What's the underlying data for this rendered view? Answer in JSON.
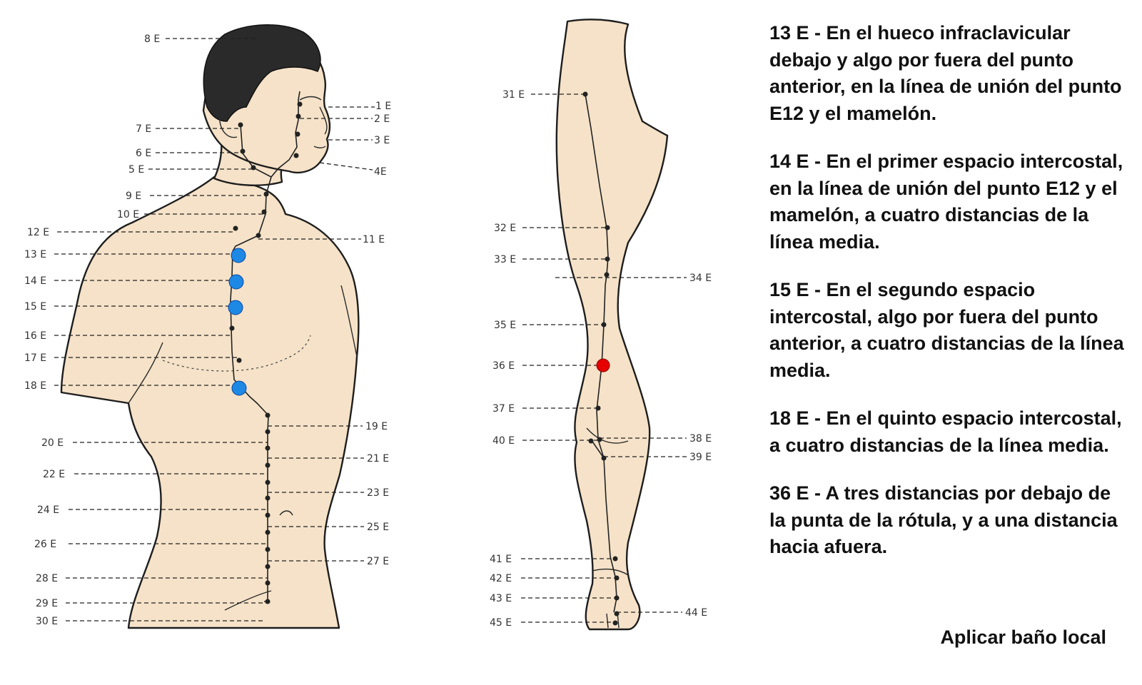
{
  "colors": {
    "skin": "#f5e2c8",
    "selected_point_blue": "#1e88e5",
    "selected_point_red": "#e60000",
    "text": "#111111"
  },
  "torso_labels": {
    "p8": "8 E",
    "p1": "1 E",
    "p2": "2 E",
    "p7": "7 E",
    "p3": "3 E",
    "p6": "6 E",
    "p5": "5 E",
    "p4": "4E",
    "p9": "9 E",
    "p10": "10 E",
    "p12": "12 E",
    "p11": "11 E",
    "p13": "13 E",
    "p14": "14 E",
    "p15": "15 E",
    "p16": "16 E",
    "p17": "17 E",
    "p18": "18 E",
    "p19": "19 E",
    "p20": "20 E",
    "p21": "21 E",
    "p22": "22 E",
    "p23": "23 E",
    "p24": "24 E",
    "p25": "25 E",
    "p26": "26 E",
    "p27": "27 E",
    "p28": "28 E",
    "p29": "29 E",
    "p30": "30 E"
  },
  "leg_labels": {
    "p31": "31 E",
    "p32": "32 E",
    "p33": "33 E",
    "p34": "34 E",
    "p35": "35 E",
    "p36": "36 E",
    "p37": "37 E",
    "p40": "40 E",
    "p38": "38 E",
    "p39": "39 E",
    "p41": "41 E",
    "p42": "42 E",
    "p43": "43 E",
    "p44": "44 E",
    "p45": "45 E"
  },
  "descriptions": [
    {
      "text": "13 E - En el hueco infraclavicular debajo y algo por fuera del punto anterior, en la línea de unión del punto E12 y el mamelón."
    },
    {
      "text": "14 E - En el primer espacio intercostal, en la línea de unión del punto E12 y el mamelón, a cuatro distancias de la línea media."
    },
    {
      "text": "15 E - En el segundo espacio intercostal, algo por fuera del punto anterior, a cuatro distancias de la línea media."
    },
    {
      "text": "18 E - En el quinto espacio intercostal, a cuatro distancias de la línea media."
    },
    {
      "text": "36 E - A tres distancias por debajo de la punta de la rótula, y a una distancia hacia afuera."
    }
  ],
  "footer": "Aplicar baño local"
}
